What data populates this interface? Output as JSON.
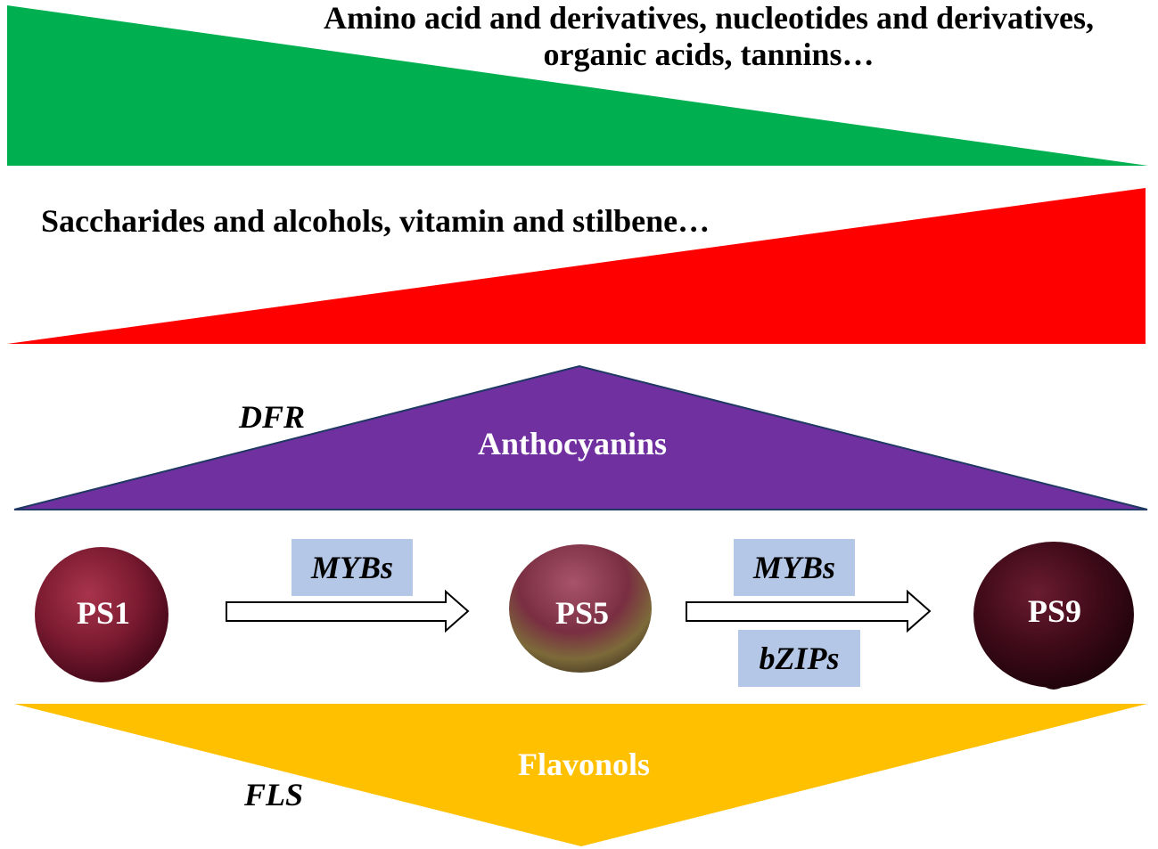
{
  "diagram": {
    "colors": {
      "increase_wedge": "#00b050",
      "decrease_wedge": "#ff0000",
      "anthocyanins": "#7030a0",
      "flavonols": "#ffc000",
      "tf_box": "#b4c7e7",
      "fruit_dark": "#4a0a1c",
      "fruit_mid": "#8c1c34"
    },
    "green_wedge": {
      "lines": [
        "Amino acid and derivatives, nucleotides and derivatives,",
        "organic acids, tannins…"
      ]
    },
    "red_wedge": {
      "text": "Saccharides and alcohols, vitamin and stilbene…"
    },
    "anthocyanins": {
      "label": "Anthocyanins",
      "gene": "DFR"
    },
    "flavonols": {
      "label": "Flavonols",
      "gene": "FLS"
    },
    "stages": [
      "PS1",
      "PS5",
      "PS9"
    ],
    "transitions": [
      {
        "factors": [
          "MYBs"
        ]
      },
      {
        "factors": [
          "MYBs",
          "bZIPs"
        ]
      }
    ]
  }
}
